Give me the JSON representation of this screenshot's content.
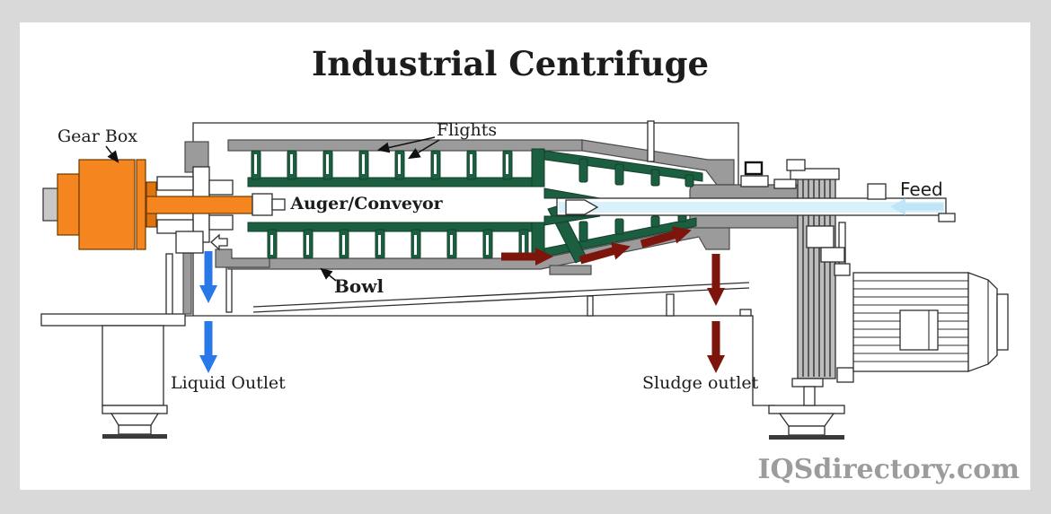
{
  "title": "Industrial Centrifuge",
  "watermark": "IQSdirectory.com",
  "labels": {
    "gear_box": "Gear Box",
    "flights": "Flights",
    "auger_conveyor": "Auger/Conveyor",
    "bowl": "Bowl",
    "liquid_outlet": "Liquid Outlet",
    "sludge_outlet": "Sludge outlet",
    "feed": "Feed"
  },
  "colors": {
    "page_bg": "#d9d9d9",
    "card_bg": "#ffffff",
    "outline": "#2e2e2e",
    "text_dark": "#1c1c1c",
    "gearbox_orange": "#f5861f",
    "gearbox_orange_dark": "#e0750f",
    "auger_green": "#1b5e40",
    "bowl_gray": "#9b9b9b",
    "machine_gray_light": "#c8c8c8",
    "belt_gray": "#bdbdbd",
    "feed_tube_blue": "#d9f1fa",
    "feed_arrow_blue": "#bfe5f6",
    "liquid_arrow_blue": "#2878e8",
    "sludge_arrow_maroon": "#7e150d",
    "watermark_gray": "#9c9c9c"
  }
}
